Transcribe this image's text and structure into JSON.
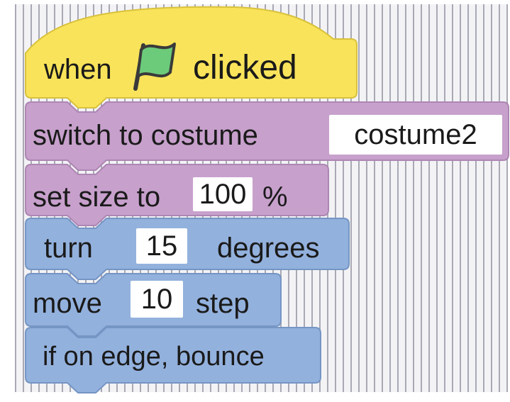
{
  "blocks": {
    "hat": {
      "when": "when",
      "flag_icon": "green-flag",
      "clicked": "clicked",
      "color": "#f8e35a"
    },
    "costume": {
      "label": "switch to costume",
      "value": "costume2",
      "color": "#c7a0cc"
    },
    "size": {
      "label": "set size to",
      "value": "100",
      "unit": "%",
      "color": "#c7a0cc"
    },
    "turn": {
      "label": "turn",
      "value": "15",
      "unit": "degrees",
      "color": "#93b1dd"
    },
    "move": {
      "label": "move",
      "value": "10",
      "unit": "step",
      "color": "#93b1dd"
    },
    "bounce": {
      "label": "if on edge, bounce",
      "color": "#93b1dd"
    }
  }
}
